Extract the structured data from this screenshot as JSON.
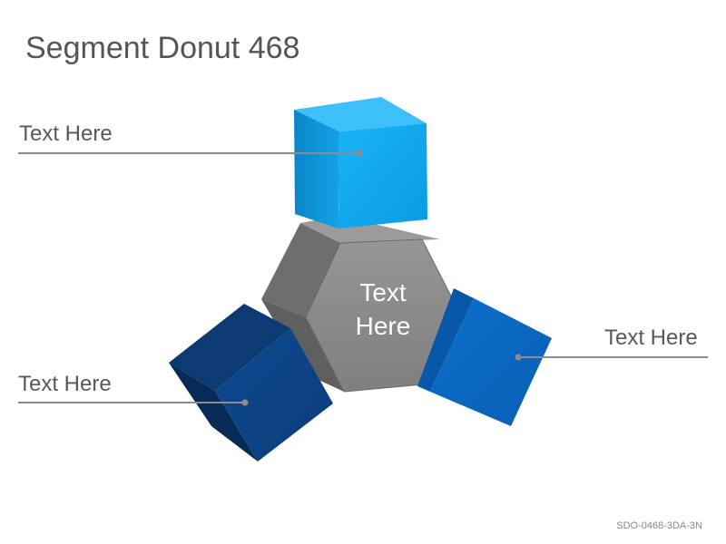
{
  "title": "Segment Donut 468",
  "center_label_line1": "Text",
  "center_label_line2": "Here",
  "labels": {
    "top_left": "Text Here",
    "bottom_left": "Text Here",
    "right": "Text Here"
  },
  "footer_code": "SDO-0468-3DA-3N",
  "colors": {
    "cube_top": "#16a9f1",
    "cube_right": "#0a66c2",
    "cube_left": "#0b3f7e",
    "hexagon": "#8a8a8a",
    "leader_line": "#8c8c8c"
  }
}
